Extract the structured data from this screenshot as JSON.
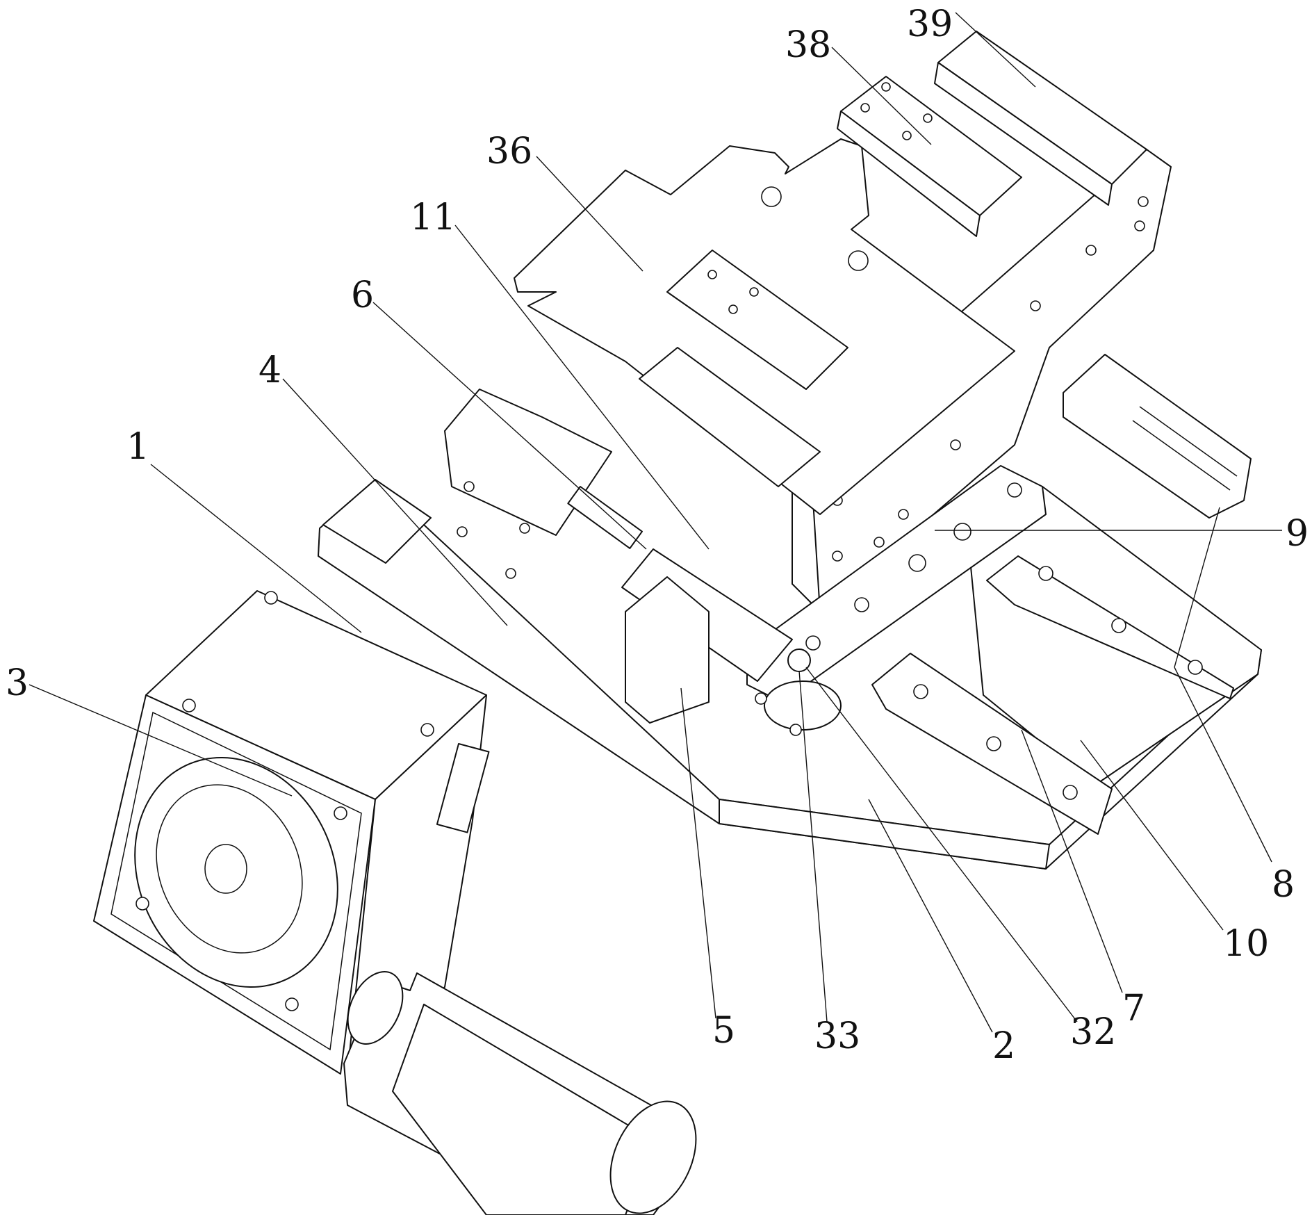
{
  "figure": {
    "type": "patent-drawing",
    "description": "Isometric line drawing of mechanical assembly with numbered reference labels",
    "line_color": "#111111",
    "background": "#ffffff"
  },
  "labels": [
    {
      "id": "1",
      "text": "1",
      "part": "motor-housing"
    },
    {
      "id": "2",
      "text": "2",
      "part": "base-plate"
    },
    {
      "id": "3",
      "text": "3",
      "part": "gearbox-face"
    },
    {
      "id": "4",
      "text": "4",
      "part": "slide-rail-left"
    },
    {
      "id": "5",
      "text": "5",
      "part": "slider-block"
    },
    {
      "id": "6",
      "text": "6",
      "part": "lead-screw"
    },
    {
      "id": "7",
      "text": "7",
      "part": "linear-guide"
    },
    {
      "id": "8",
      "text": "8",
      "part": "cylinder-mount"
    },
    {
      "id": "9",
      "text": "9",
      "part": "vertical-frame"
    },
    {
      "id": "10",
      "text": "10",
      "part": "guide-rail-right"
    },
    {
      "id": "11",
      "text": "11",
      "part": "carriage"
    },
    {
      "id": "32",
      "text": "32",
      "part": "pivot-arm"
    },
    {
      "id": "33",
      "text": "33",
      "part": "pivot-pin"
    },
    {
      "id": "36",
      "text": "36",
      "part": "top-plate"
    },
    {
      "id": "38",
      "text": "38",
      "part": "clamp-block"
    },
    {
      "id": "39",
      "text": "39",
      "part": "end-block"
    }
  ]
}
